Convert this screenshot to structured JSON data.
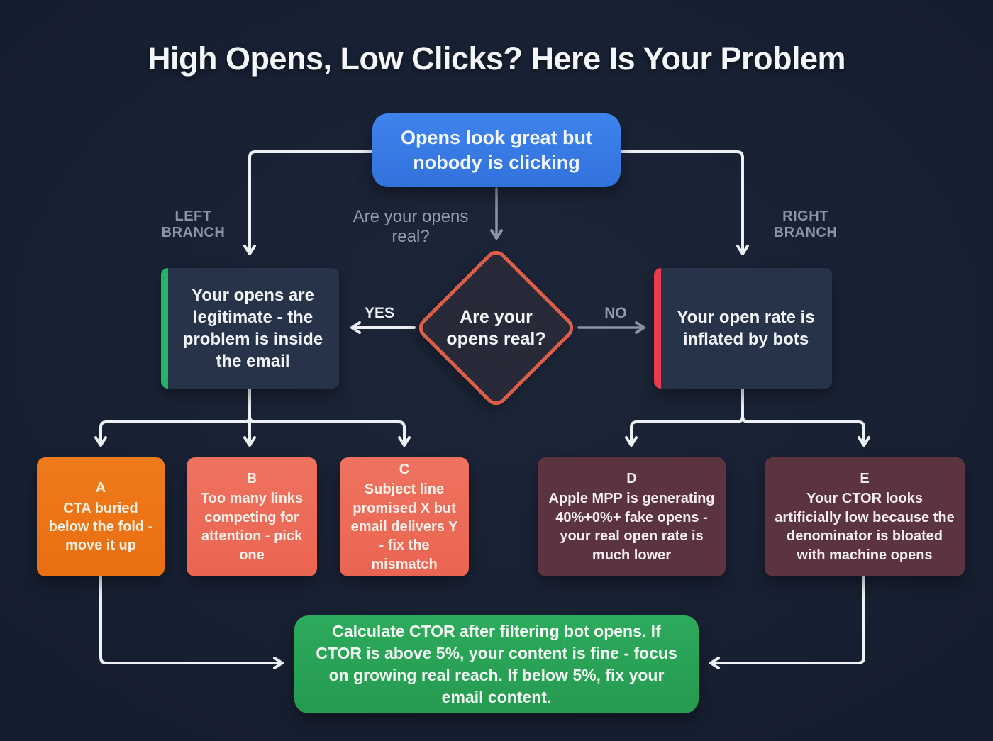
{
  "title": "High Opens, Low Clicks? Here Is Your Problem",
  "colors": {
    "background": "#182134",
    "start_blue": "#3a7ae6",
    "diamond_border": "#dc5e48",
    "outcome_panel": "#263349",
    "accent_green": "#23b467",
    "accent_red": "#e93a50",
    "cause_orange": "#ec7418",
    "cause_salmon": "#ec6a55",
    "cause_maroon": "#5b3440",
    "conclusion_green": "#2aa457",
    "connector_white": "#eef1f5",
    "connector_gray": "#8b95a7",
    "muted_label_gray": "#8a94a7"
  },
  "flow": {
    "start": {
      "text": "Opens look great but nobody is clicking"
    },
    "branch_labels": {
      "left": "LEFT BRANCH",
      "right": "RIGHT BRANCH",
      "question_hint": "Are your opens real?"
    },
    "decision": {
      "text": "Are your opens real?",
      "yes_label": "YES",
      "no_label": "NO"
    },
    "left_outcome": {
      "text": "Your opens are legitimate - the problem is inside the email"
    },
    "right_outcome": {
      "text": "Your open rate is inflated by bots"
    },
    "causes": [
      {
        "id": "A",
        "text": "CTA buried below the fold - move it up"
      },
      {
        "id": "B",
        "text": "Too many links competing for attention - pick one"
      },
      {
        "id": "C",
        "text": "Subject line promised X but email delivers Y - fix the mismatch"
      },
      {
        "id": "D",
        "text": "Apple MPP is generating 40%+0%+ fake opens - your real open rate is much lower"
      },
      {
        "id": "E",
        "text": "Your CTOR looks artificially low because the denominator is bloated with machine opens"
      }
    ],
    "conclusion": {
      "text": "Calculate CTOR after filtering bot opens. If CTOR is above 5%, your content is fine - focus on growing real reach. If below 5%, fix your email content."
    }
  }
}
